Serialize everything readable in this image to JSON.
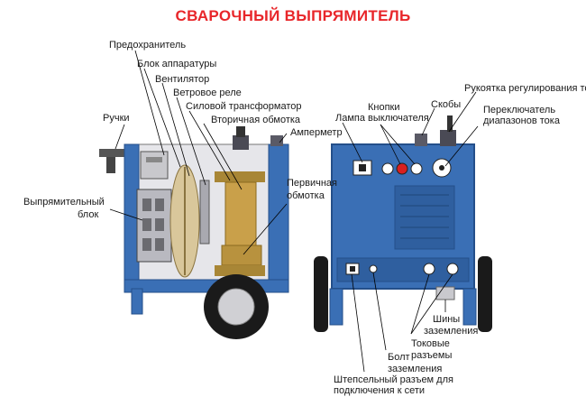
{
  "title": "СВАРОЧНЫЙ ВЫПРЯМИТЕЛЬ",
  "labels": {
    "fuse": "Предохранитель",
    "control_block": "Блок аппаратуры",
    "fan": "Вентилятор",
    "wind_relay": "Ветровое реле",
    "power_transformer": "Силовой трансформатор",
    "secondary_winding": "Вторичная обмотка",
    "ammeter": "Амперметр",
    "handles": "Ручки",
    "rectifier_block_1": "Выпрямительный",
    "rectifier_block_2": "блок",
    "primary_winding_1": "Первичная",
    "primary_winding_2": "обмотка",
    "lamp": "Лампа",
    "switch_buttons_1": "Кнопки",
    "switch_buttons_2": "выключателя",
    "brackets": "Скобы",
    "current_knob": "Рукоятка регулирования тока",
    "range_switch_1": "Переключатель",
    "range_switch_2": "диапазонов тока",
    "ground_bus_1": "Шины",
    "ground_bus_2": "заземления",
    "current_sockets_1": "Токовые",
    "current_sockets_2": "разъемы",
    "ground_bolt_1": "Болт",
    "ground_bolt_2": "заземления",
    "plug_socket_1": "Штепсельный разъем для",
    "plug_socket_2": "подключения к сети"
  },
  "colors": {
    "title": "#e8262a",
    "body_blue": "#3a6fb5",
    "body_blue_dark": "#244f8a",
    "transformer_gold": "#c9a04a",
    "wheel": "#1a1a1a",
    "leader_line": "#000000"
  }
}
